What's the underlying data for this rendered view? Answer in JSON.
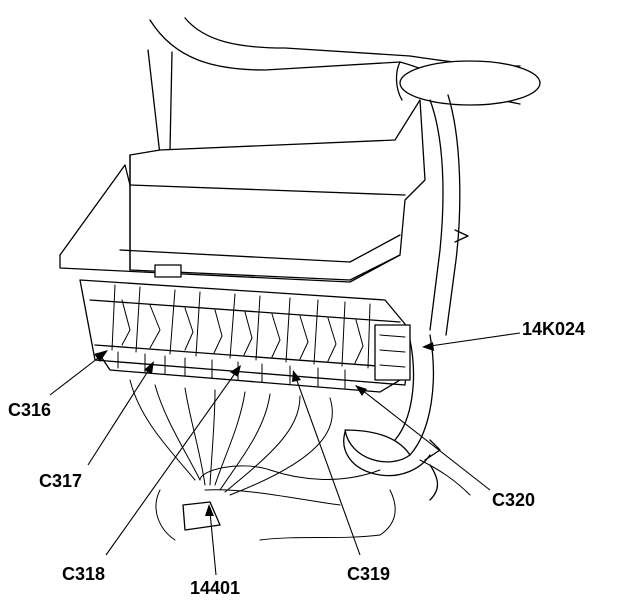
{
  "callouts": {
    "c316": "C316",
    "c317": "C317",
    "c318": "C318",
    "c319": "C319",
    "c320": "C320",
    "harness_14k024": "14K024",
    "harness_14401": "14401"
  }
}
